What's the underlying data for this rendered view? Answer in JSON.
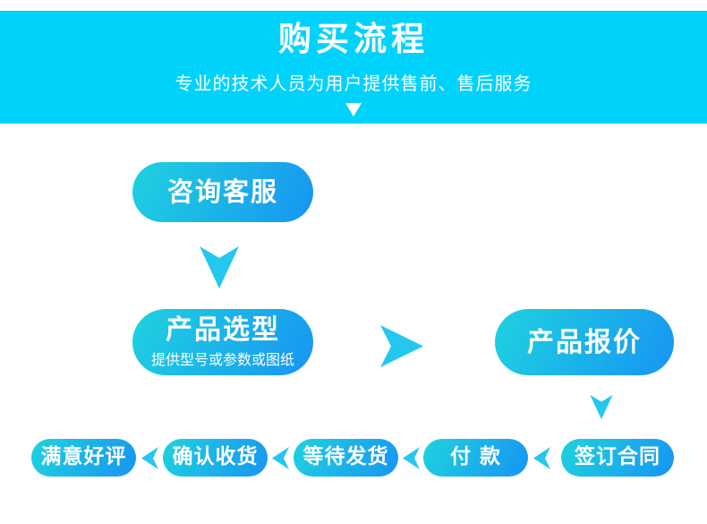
{
  "banner": {
    "title": "购买流程",
    "subtitle": "专业的技术人员为用户提供售前、售后服务"
  },
  "flow": {
    "consult": {
      "label": "咨询客服"
    },
    "select": {
      "label": "产品选型",
      "note": "提供型号或参数或图纸"
    },
    "quote": {
      "label": "产品报价"
    },
    "contract": {
      "label": "签订合同"
    },
    "pay": {
      "label": "付 款"
    },
    "ship": {
      "label": "等待发货"
    },
    "receive": {
      "label": "确认收货"
    },
    "review": {
      "label": "满意好评"
    }
  },
  "colors": {
    "banner_bg": "#00d3fb",
    "pill_gradient_start": "#1fd2e0",
    "pill_gradient_end": "#1795f2",
    "arrow": "#24c7ee",
    "text": "#ffffff"
  }
}
